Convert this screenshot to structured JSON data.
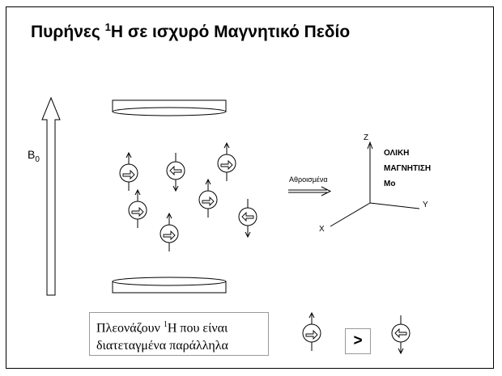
{
  "title": {
    "before": "Πυρήνες ",
    "sup": "1",
    "after": "H σε ισχυρό Μαγνητικό Πεδίο"
  },
  "field": {
    "symbol": "B",
    "subscript": "0"
  },
  "sum_arrow_label": "Αθροισμένα",
  "axes": {
    "z": "Z",
    "y": "Y",
    "x": "X"
  },
  "magnetization": {
    "line1": "ΟΛΙΚΗ",
    "line2": "ΜΑΓΝΗΤΙΣΗ",
    "line3": "Mo"
  },
  "caption": {
    "pre": "Πλεονάζουν ",
    "sup": "1",
    "post": "H που είναι",
    "line2": "διατεταγμένα παράλληλα"
  },
  "comparison": ">"
}
